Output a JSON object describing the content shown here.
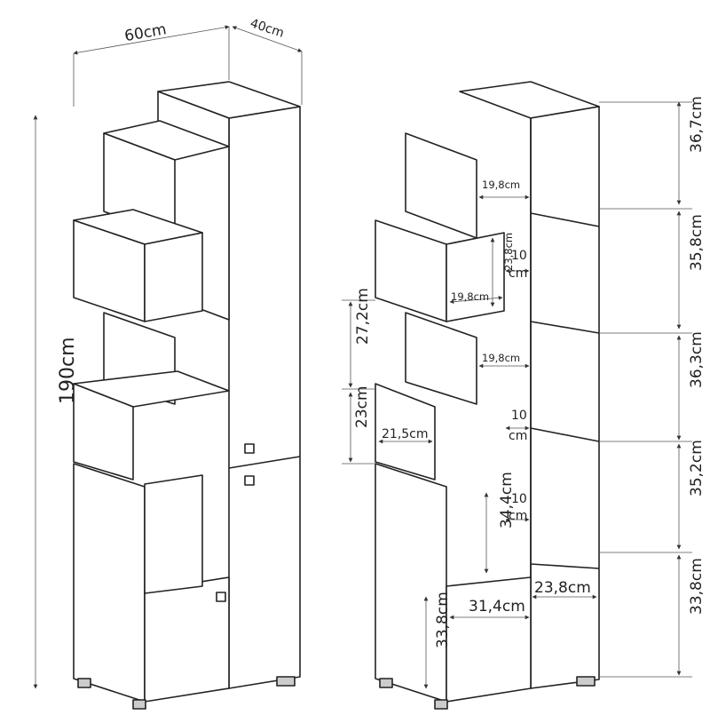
{
  "overall": {
    "width": "60cm",
    "depth": "40cm",
    "height": "190cm"
  },
  "right_column_heights": [
    "36,7cm",
    "35,8cm",
    "36,3cm",
    "35,2cm",
    "33,8cm"
  ],
  "left_heights": [
    "27,2cm",
    "23cm",
    "33,8cm"
  ],
  "inner": {
    "w1": "19,8cm",
    "w2": "19,8cm",
    "w3": "19,8cm",
    "h1": "23,8cm",
    "d1": "10",
    "d1u": "cm",
    "d2": "10",
    "d2u": "cm",
    "d3": "10",
    "d3u": "cm",
    "w4": "21,5cm",
    "h2": "34,4cm",
    "w5": "31,4cm",
    "w6": "23,8cm"
  }
}
